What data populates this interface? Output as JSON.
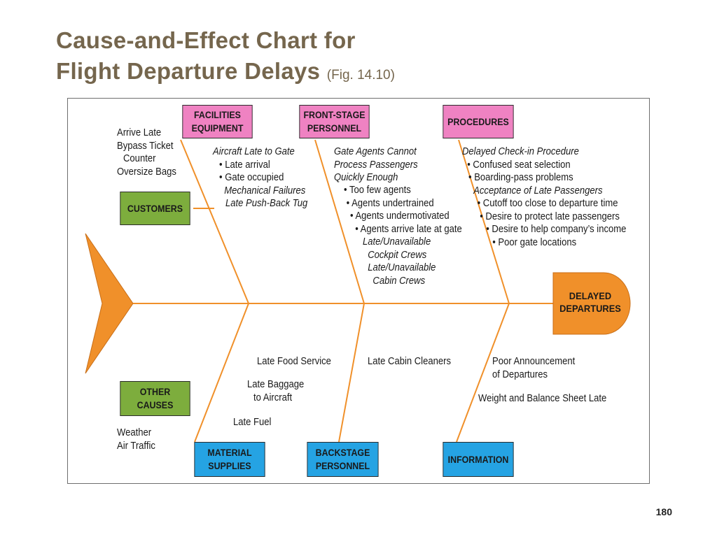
{
  "title": {
    "line1": "Cause-and-Effect Chart for",
    "line2": "Flight Departure Delays",
    "fig": "(Fig. 14.10)"
  },
  "effect": {
    "label_line1": "DELAYED",
    "label_line2": "DEPARTURES"
  },
  "categories": {
    "facilities": {
      "line1": "FACILITIES",
      "line2": "EQUIPMENT"
    },
    "front_stage": {
      "line1": "FRONT-STAGE",
      "line2": "PERSONNEL"
    },
    "procedures": {
      "line1": "PROCEDURES"
    },
    "customers": {
      "line1": "CUSTOMERS"
    },
    "other": {
      "line1": "OTHER",
      "line2": "CAUSES"
    },
    "material": {
      "line1": "MATERIAL",
      "line2": "SUPPLIES"
    },
    "backstage": {
      "line1": "BACKSTAGE",
      "line2": "PERSONNEL"
    },
    "information": {
      "line1": "INFORMATION"
    }
  },
  "customers_causes": [
    "Arrive Late",
    "Bypass Ticket",
    "Counter",
    "Oversize Bags"
  ],
  "facilities_causes": {
    "heading1": "Aircraft Late to Gate",
    "items": [
      "• Late arrival",
      "• Gate occupied"
    ],
    "sub1": "Mechanical Failures",
    "sub2": "Late Push-Back Tug"
  },
  "front_stage_causes": {
    "heading_line1": "Gate Agents Cannot",
    "heading_line2": "Process Passengers",
    "heading_line3": "Quickly Enough",
    "items": [
      "• Too few agents",
      "• Agents undertrained",
      "• Agents undermotivated",
      "• Agents arrive late at gate"
    ],
    "sub1_line1": "Late/Unavailable",
    "sub1_line2": "Cockpit Crews",
    "sub2_line1": "Late/Unavailable",
    "sub2_line2": "Cabin Crews"
  },
  "procedures_causes": {
    "heading1": "Delayed Check-in Procedure",
    "items1": [
      "• Confused seat selection",
      "• Boarding-pass problems"
    ],
    "heading2": "Acceptance of Late Passengers",
    "items2": [
      "• Cutoff too close to departure time",
      "• Desire to protect late passengers",
      "• Desire to help company’s income",
      "• Poor gate locations"
    ]
  },
  "material_causes": [
    "Late Food Service",
    "Late Baggage",
    "to Aircraft",
    "Late Fuel"
  ],
  "backstage_causes": [
    "Late Cabin Cleaners"
  ],
  "information_causes": [
    "Poor Announcement",
    "of Departures",
    "Weight and Balance Sheet Late"
  ],
  "other_causes": [
    "Weather",
    "Air Traffic"
  ],
  "page_number": "180",
  "colors": {
    "title": "#75664d",
    "bone": "#f0902a",
    "pink_box": "#ef82c2",
    "green_box": "#7dad3d",
    "blue_box": "#25a3e3"
  }
}
